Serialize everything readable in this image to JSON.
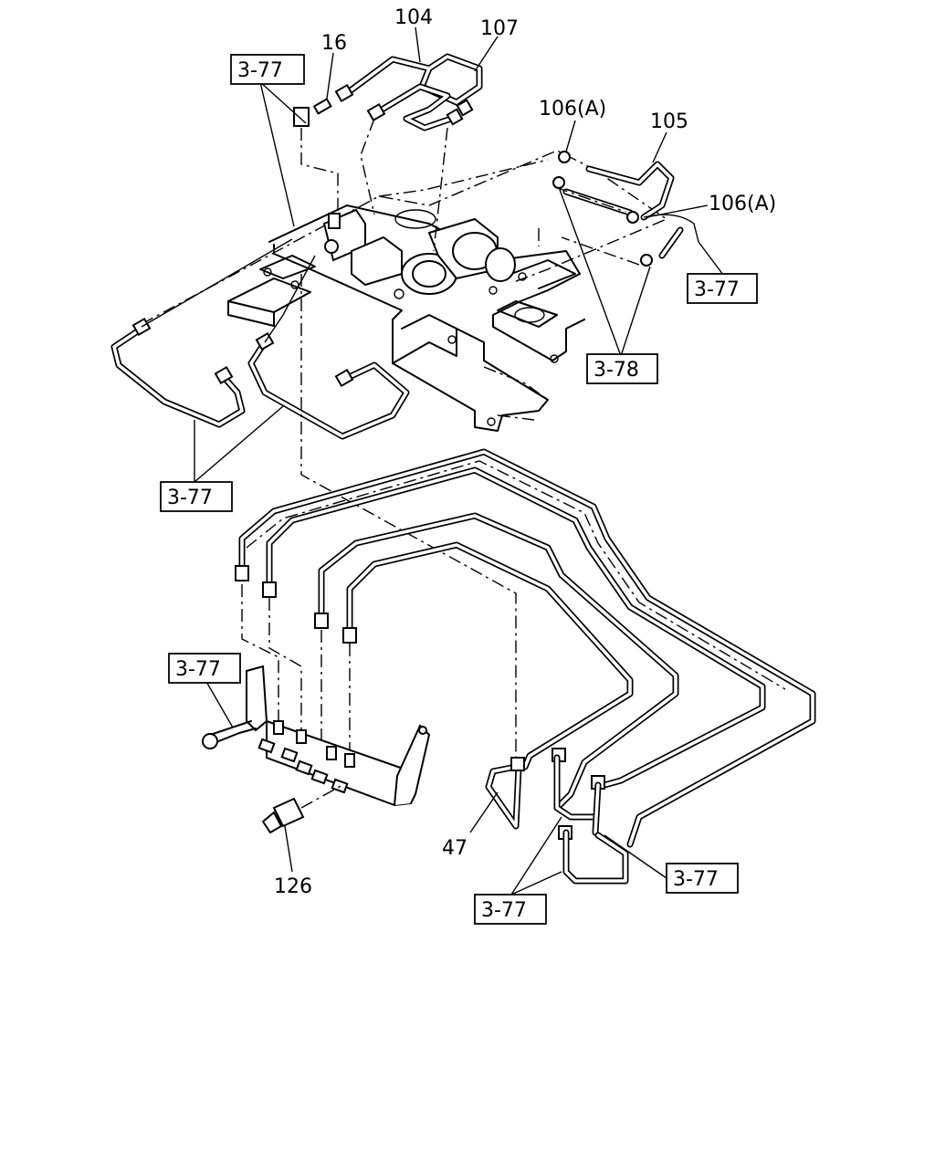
{
  "callouts": {
    "p104": "104",
    "p107": "107",
    "p16": "16",
    "p106a_top": "106(A)",
    "p105": "105",
    "p106a_right": "106(A)",
    "p47": "47",
    "p126": "126"
  },
  "refs": {
    "ref_top_left": "3-77",
    "ref_right": "3-77",
    "ref_378": "3-78",
    "ref_mid_left": "3-77",
    "ref_lower_left": "3-77",
    "ref_bottom_right": "3-77",
    "ref_bottom_center": "3-77"
  }
}
